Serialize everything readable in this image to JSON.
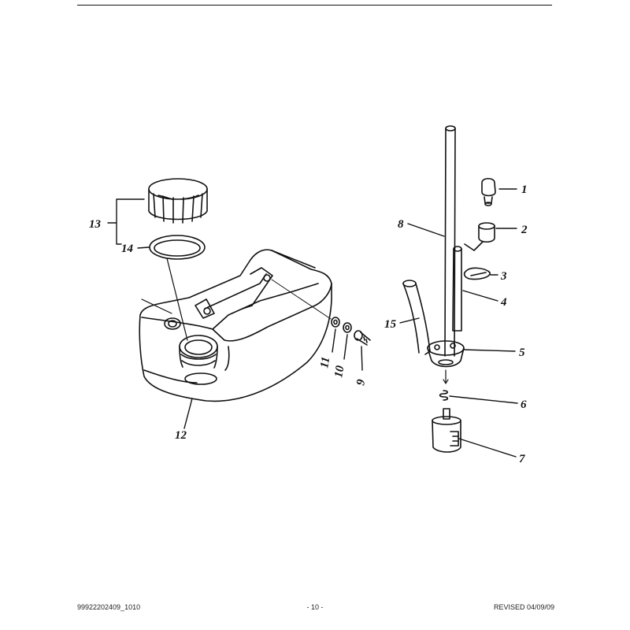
{
  "callouts": {
    "c1": "1",
    "c2": "2",
    "c3": "3",
    "c4": "4",
    "c5": "5",
    "c6": "6",
    "c7": "7",
    "c8": "8",
    "c9": "9",
    "c10": "10",
    "c11": "11",
    "c12": "12",
    "c13": "13",
    "c14": "14",
    "c15": "15"
  },
  "footer": {
    "doc_code": "99922202409_1010",
    "page": "- 10 -",
    "revised": "REVISED 04/09/09"
  }
}
